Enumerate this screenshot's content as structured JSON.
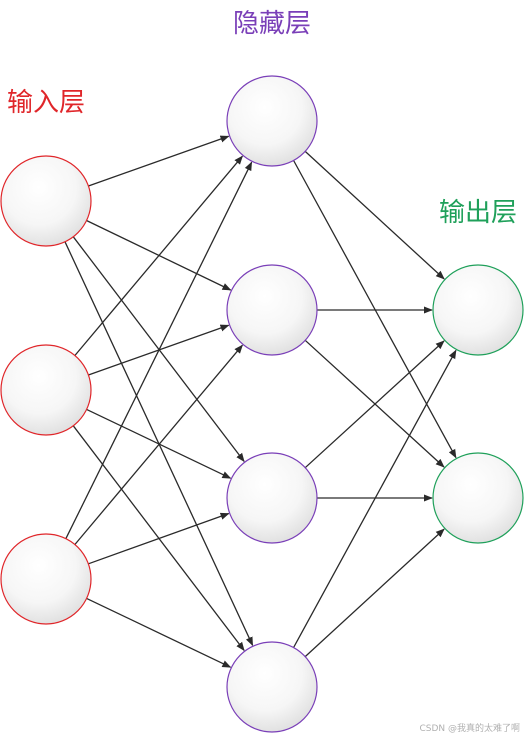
{
  "labels": {
    "input_layer": "输入层",
    "hidden_layer": "隐藏层",
    "output_layer": "输出层"
  },
  "colors": {
    "input": "#e0262a",
    "hidden": "#7a3fb8",
    "output": "#1fa05a",
    "edge": "#2a2a2a"
  },
  "watermark": "CSDN @我真的太难了啊"
}
